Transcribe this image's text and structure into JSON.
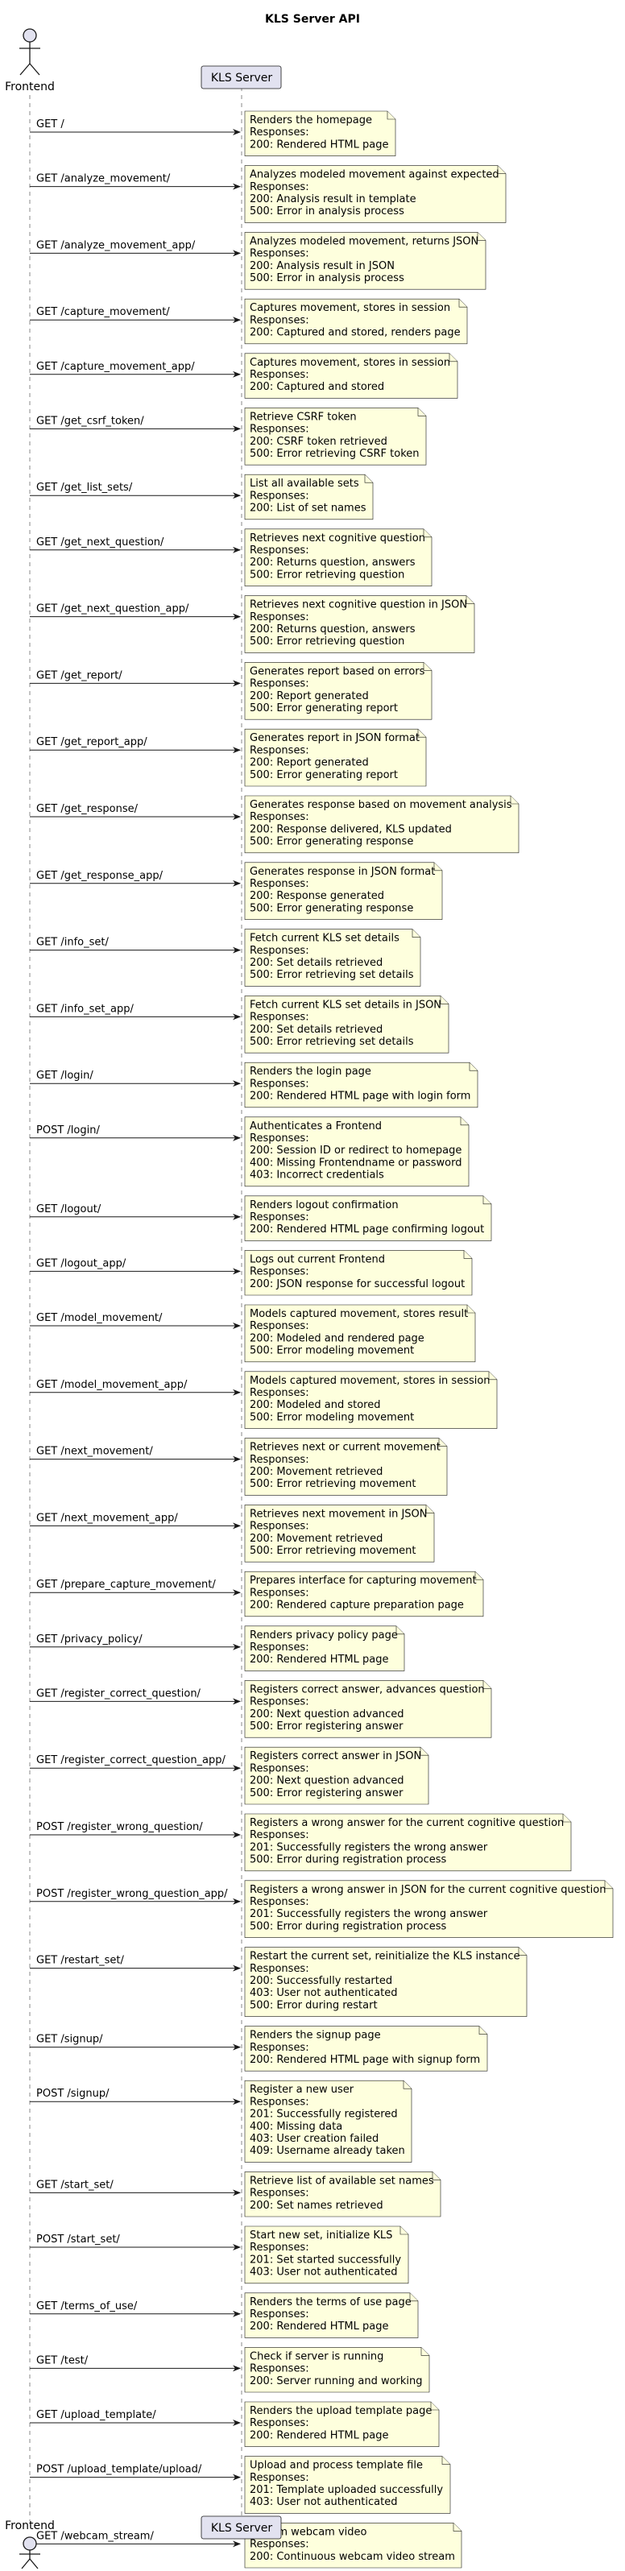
{
  "title": "KLS Server API",
  "participants": {
    "frontend": "Frontend",
    "server": "KLS Server"
  },
  "colors": {
    "note_fill": "#FEFFDD",
    "note_stroke": "#181818",
    "participant_fill": "#E2E2F0",
    "lifeline": "#888888",
    "arrow": "#181818"
  },
  "messages": [
    {
      "label": "GET /",
      "note": [
        "Renders the homepage",
        "Responses:",
        "200: Rendered HTML page"
      ]
    },
    {
      "label": "GET /analyze_movement/",
      "note": [
        "Analyzes modeled movement against expected",
        "Responses:",
        "200: Analysis result in template",
        "500: Error in analysis process"
      ]
    },
    {
      "label": "GET /analyze_movement_app/",
      "note": [
        "Analyzes modeled movement, returns JSON",
        "Responses:",
        "200: Analysis result in JSON",
        "500: Error in analysis process"
      ]
    },
    {
      "label": "GET /capture_movement/",
      "note": [
        "Captures movement, stores in session",
        "Responses:",
        "200: Captured and stored, renders page"
      ]
    },
    {
      "label": "GET /capture_movement_app/",
      "note": [
        "Captures movement, stores in session",
        "Responses:",
        "200: Captured and stored"
      ]
    },
    {
      "label": "GET /get_csrf_token/",
      "note": [
        "Retrieve CSRF token",
        "Responses:",
        "200: CSRF token retrieved",
        "500: Error retrieving CSRF token"
      ]
    },
    {
      "label": "GET /get_list_sets/",
      "note": [
        "List all available sets",
        "Responses:",
        "200: List of set names"
      ]
    },
    {
      "label": "GET /get_next_question/",
      "note": [
        "Retrieves next cognitive question",
        "Responses:",
        "200: Returns question, answers",
        "500: Error retrieving question"
      ]
    },
    {
      "label": "GET /get_next_question_app/",
      "note": [
        "Retrieves next cognitive question in JSON",
        "Responses:",
        "200: Returns question, answers",
        "500: Error retrieving question"
      ]
    },
    {
      "label": "GET /get_report/",
      "note": [
        "Generates report based on errors",
        "Responses:",
        "200: Report generated",
        "500: Error generating report"
      ]
    },
    {
      "label": "GET /get_report_app/",
      "note": [
        "Generates report in JSON format",
        "Responses:",
        "200: Report generated",
        "500: Error generating report"
      ]
    },
    {
      "label": "GET /get_response/",
      "note": [
        "Generates response based on movement analysis",
        "Responses:",
        "200: Response delivered, KLS updated",
        "500: Error generating response"
      ]
    },
    {
      "label": "GET /get_response_app/",
      "note": [
        "Generates response in JSON format",
        "Responses:",
        "200: Response generated",
        "500: Error generating response"
      ]
    },
    {
      "label": "GET /info_set/",
      "note": [
        "Fetch current KLS set details",
        "Responses:",
        "200: Set details retrieved",
        "500: Error retrieving set details"
      ]
    },
    {
      "label": "GET /info_set_app/",
      "note": [
        "Fetch current KLS set details in JSON",
        "Responses:",
        "200: Set details retrieved",
        "500: Error retrieving set details"
      ]
    },
    {
      "label": "GET /login/",
      "note": [
        "Renders the login page",
        "Responses:",
        "200: Rendered HTML page with login form"
      ]
    },
    {
      "label": "POST /login/",
      "note": [
        "Authenticates a Frontend",
        "Responses:",
        "200: Session ID or redirect to homepage",
        "400: Missing Frontendname or password",
        "403: Incorrect credentials"
      ]
    },
    {
      "label": "GET /logout/",
      "note": [
        "Renders logout confirmation",
        "Responses:",
        "200: Rendered HTML page confirming logout"
      ]
    },
    {
      "label": "GET /logout_app/",
      "note": [
        "Logs out current Frontend",
        "Responses:",
        "200: JSON response for successful logout"
      ]
    },
    {
      "label": "GET /model_movement/",
      "note": [
        "Models captured movement, stores result",
        "Responses:",
        "200: Modeled and rendered page",
        "500: Error modeling movement"
      ]
    },
    {
      "label": "GET /model_movement_app/",
      "note": [
        "Models captured movement, stores in session",
        "Responses:",
        "200: Modeled and stored",
        "500: Error modeling movement"
      ]
    },
    {
      "label": "GET /next_movement/",
      "note": [
        "Retrieves next or current movement",
        "Responses:",
        "200: Movement retrieved",
        "500: Error retrieving movement"
      ]
    },
    {
      "label": "GET /next_movement_app/",
      "note": [
        "Retrieves next movement in JSON",
        "Responses:",
        "200: Movement retrieved",
        "500: Error retrieving movement"
      ]
    },
    {
      "label": "GET /prepare_capture_movement/",
      "note": [
        "Prepares interface for capturing movement",
        "Responses:",
        "200: Rendered capture preparation page"
      ]
    },
    {
      "label": "GET /privacy_policy/",
      "note": [
        "Renders privacy policy page",
        "Responses:",
        "200: Rendered HTML page"
      ]
    },
    {
      "label": "GET /register_correct_question/",
      "note": [
        "Registers correct answer, advances question",
        "Responses:",
        "200: Next question advanced",
        "500: Error registering answer"
      ]
    },
    {
      "label": "GET /register_correct_question_app/",
      "note": [
        "Registers correct answer in JSON",
        "Responses:",
        "200: Next question advanced",
        "500: Error registering answer"
      ]
    },
    {
      "label": "POST /register_wrong_question/",
      "note": [
        "Registers a wrong answer for the current cognitive question",
        "Responses:",
        "201: Successfully registers the wrong answer",
        "500: Error during registration process"
      ]
    },
    {
      "label": "POST /register_wrong_question_app/",
      "note": [
        "Registers a wrong answer in JSON for the current cognitive question",
        "Responses:",
        "201: Successfully registers the wrong answer",
        "500: Error during registration process"
      ]
    },
    {
      "label": "GET /restart_set/",
      "note": [
        "Restart the current set, reinitialize the KLS instance",
        "Responses:",
        "200: Successfully restarted",
        "403: User not authenticated",
        "500: Error during restart"
      ]
    },
    {
      "label": "GET /signup/",
      "note": [
        "Renders the signup page",
        "Responses:",
        "200: Rendered HTML page with signup form"
      ]
    },
    {
      "label": "POST /signup/",
      "note": [
        "Register a new user",
        "Responses:",
        "201: Successfully registered",
        "400: Missing data",
        "403: User creation failed",
        "409: Username already taken"
      ]
    },
    {
      "label": "GET /start_set/",
      "note": [
        "Retrieve list of available set names",
        "Responses:",
        "200: Set names retrieved"
      ]
    },
    {
      "label": "POST /start_set/",
      "note": [
        "Start new set, initialize KLS",
        "Responses:",
        "201: Set started successfully",
        "403: User not authenticated"
      ]
    },
    {
      "label": "GET /terms_of_use/",
      "note": [
        "Renders the terms of use page",
        "Responses:",
        "200: Rendered HTML page"
      ]
    },
    {
      "label": "GET /test/",
      "note": [
        "Check if server is running",
        "Responses:",
        "200: Server running and working"
      ]
    },
    {
      "label": "GET /upload_template/",
      "note": [
        "Renders the upload template page",
        "Responses:",
        "200: Rendered HTML page"
      ]
    },
    {
      "label": "POST /upload_template/upload/",
      "note": [
        "Upload and process template file",
        "Responses:",
        "201: Template uploaded successfully",
        "403: User not authenticated"
      ]
    },
    {
      "label": "GET /webcam_stream/",
      "note": [
        "Stream webcam video",
        "Responses:",
        "200: Continuous webcam video stream"
      ]
    }
  ]
}
